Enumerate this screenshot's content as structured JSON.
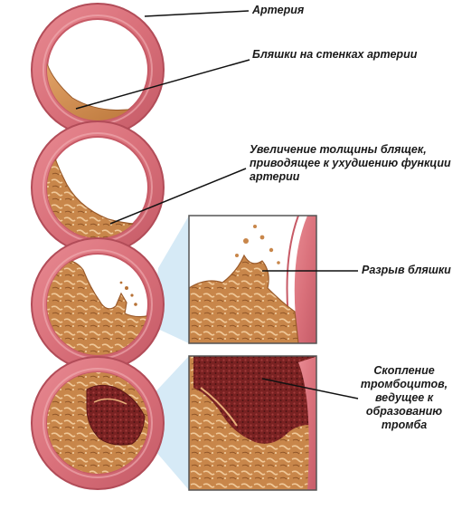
{
  "labels": {
    "artery": "Артерия",
    "plaques_on_walls": "Бляшки на стенках артерии",
    "thickening_line1": "Увеличение толщины блящек,",
    "thickening_line2": "приводящее к ухудшению функции",
    "thickening_line3": "артерии",
    "plaque_rupture": "Разрыв бляшки",
    "thrombus_line1": "Скопление",
    "thrombus_line2": "тромбоцитов,",
    "thrombus_line3": "ведущее к",
    "thrombus_line4": "образованию",
    "thrombus_line5": "тромба"
  },
  "colors": {
    "artery_wall": "#d9707a",
    "artery_wall_edge": "#b24c58",
    "artery_inner_edge": "#c75a66",
    "plaque": "#c8864a",
    "plaque_light": "#e8b07a",
    "plaque_edge": "#9a5a2a",
    "clot": "#8a2a2a",
    "clot_dark": "#5a1616",
    "zoom_wedge": "#cfe6f4",
    "zoom_border": "#555555"
  }
}
